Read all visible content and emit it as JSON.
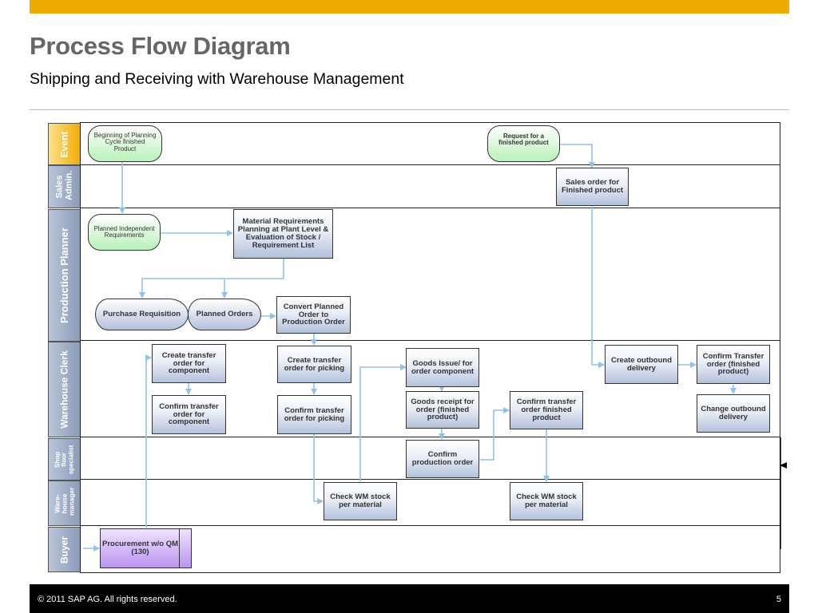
{
  "header": {
    "title": "Process Flow Diagram",
    "subtitle": "Shipping and Receiving with Warehouse Management"
  },
  "footer": {
    "copyright": "©  2011 SAP AG. All rights reserved.",
    "page_number": "5"
  },
  "colors": {
    "accent": "#f0ab00",
    "lane_label": "#8a9ab8",
    "event_shape": "#b8f2b8",
    "connector": "#8fc3ee",
    "buyer_box": "#bb95f0"
  },
  "lanes": {
    "event": "Event",
    "sales_admin": "Sales Admin.",
    "production_planner": "Production Planner",
    "warehouse_clerk": "Warehouse Clerk",
    "shop_floor": "Shop floor specialist",
    "warehouse_manager": "Ware-house manager",
    "buyer": "Buyer"
  },
  "nodes": {
    "begin_planning": "Beginning of Planning Cycle finished Product",
    "request_finished": "Request for a finished product",
    "sales_order": "Sales order for Finished product",
    "planned_independent": "Planned Independent Requirements",
    "mrp": "Material Requirements Planning at Plant Level & Evaluation of Stock / Requirement List",
    "purchase_req": "Purchase Requisition",
    "planned_orders": "Planned Orders",
    "convert_planned": "Convert Planned Order to Production Order",
    "create_to_component": "Create transfer order for component",
    "confirm_to_component": "Confirm transfer order for component",
    "create_to_picking": "Create transfer order for picking",
    "confirm_to_picking": "Confirm transfer order for picking",
    "goods_issue": "Goods Issue/ for order component",
    "goods_receipt": "Goods receipt for order (finished product)",
    "confirm_to_finished": "Confirm transfer order finished product",
    "create_outbound": "Create outbound delivery",
    "confirm_to_finished_2": "Confirm Transfer order (finished product)",
    "change_outbound": "Change outbound delivery",
    "confirm_production": "Confirm production order",
    "check_wm_1": "Check WM stock per material",
    "check_wm_2": "Check WM stock per material",
    "procurement": "Procurement w/o QM (130)"
  }
}
